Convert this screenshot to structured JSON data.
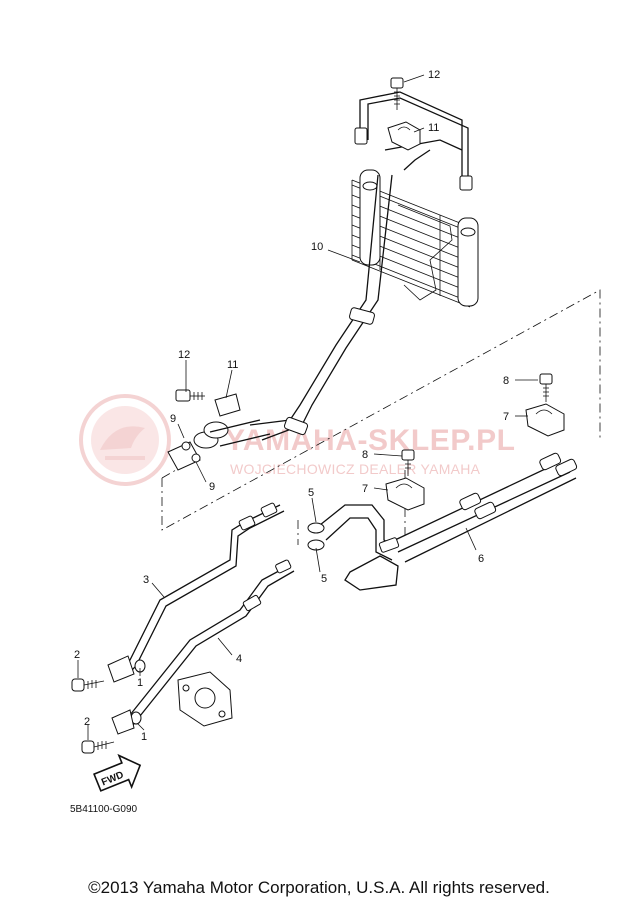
{
  "watermark": {
    "main": "YAMAHA-SKLEP.PL",
    "sub": "WOJCIECHOWICZ DEALER YAMAHA",
    "color": "#e8a0a0"
  },
  "callouts": {
    "p12_top": "12",
    "p11_top": "11",
    "p10": "10",
    "p12_left": "12",
    "p11_left": "11",
    "p9_top": "9",
    "p9_bottom": "9",
    "p8_right": "8",
    "p7_right": "7",
    "p8_mid": "8",
    "p7_mid": "7",
    "p5_top": "5",
    "p5_bottom": "5",
    "p6": "6",
    "p3": "3",
    "p4": "4",
    "p2_top": "2",
    "p1_top": "1",
    "p2_bottom": "2",
    "p1_bottom": "1"
  },
  "fwd_label": "FWD",
  "diagram_code": "5B41100-G090",
  "copyright": "©2013 Yamaha Motor Corporation, U.S.A. All rights reserved."
}
